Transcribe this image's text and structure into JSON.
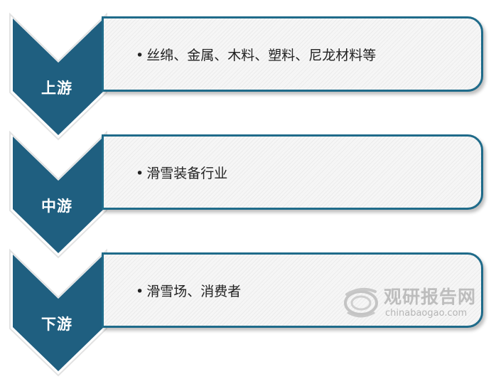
{
  "stages": [
    {
      "label": "上游",
      "text": "丝绵、金属、木料、塑料、尼龙材料等"
    },
    {
      "label": "中游",
      "text": "滑雪装备行业"
    },
    {
      "label": "下游",
      "text": "滑雪场、消费者"
    }
  ],
  "bullet_symbol": "•",
  "watermark": {
    "title": "观研报告网",
    "url": "chinabaogao.com"
  },
  "colors": {
    "chevron_fill": "#1f5f80",
    "box_border": "#1f6b8a",
    "label_text": "#ffffff"
  }
}
